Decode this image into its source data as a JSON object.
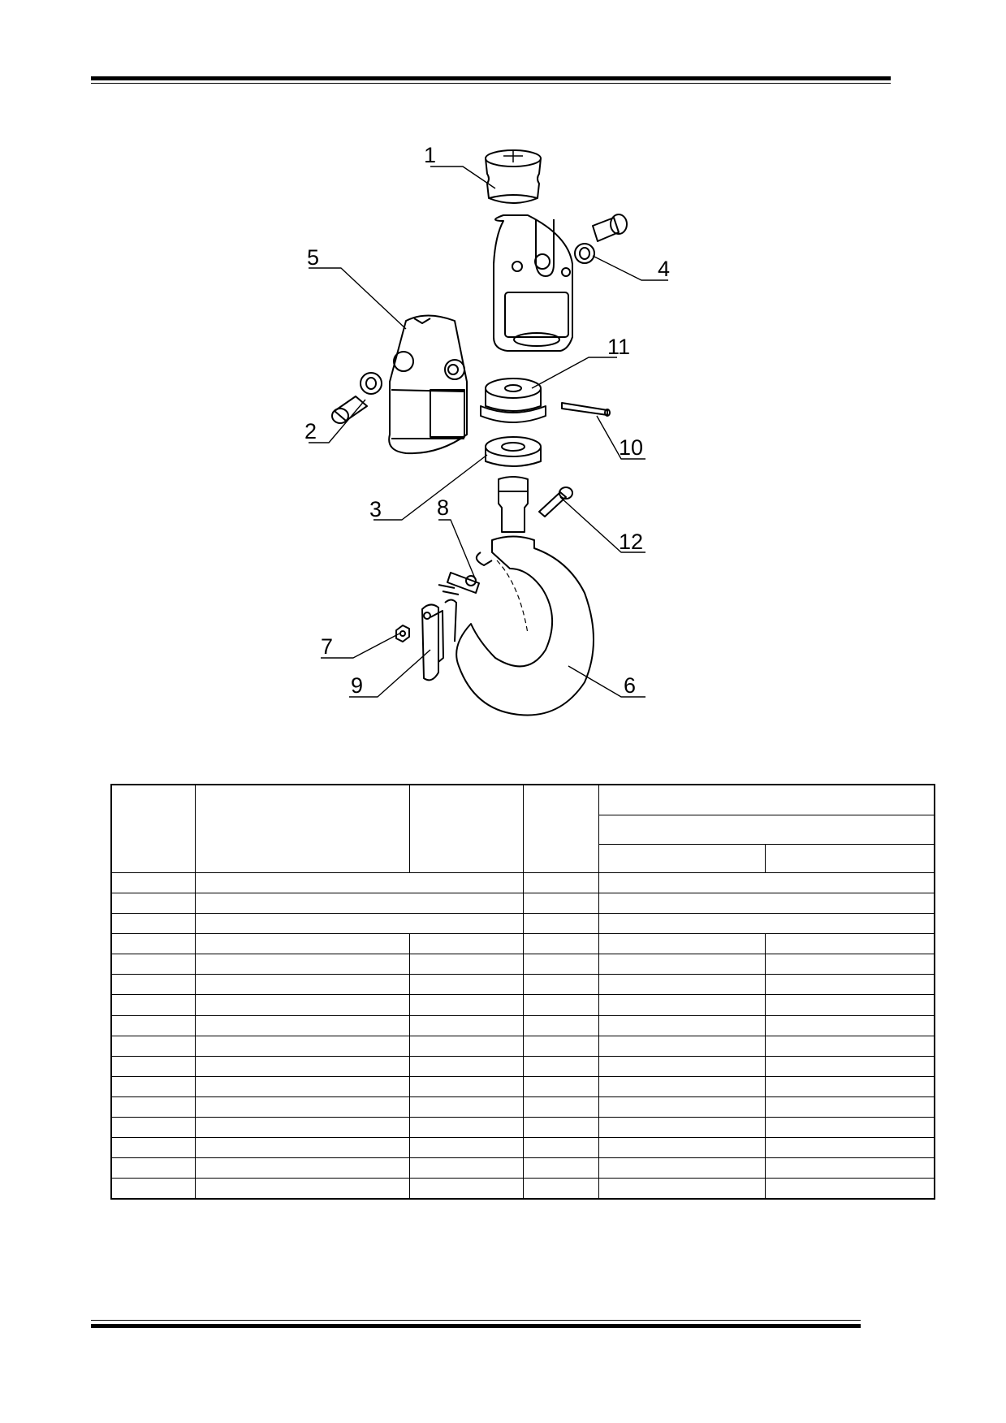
{
  "callouts": [
    "1",
    "2",
    "3",
    "4",
    "5",
    "6",
    "7",
    "8",
    "9",
    "10",
    "11",
    "12"
  ],
  "table": {
    "header_rows": 3,
    "body_rows": 16,
    "merged_body_rows": 3
  }
}
